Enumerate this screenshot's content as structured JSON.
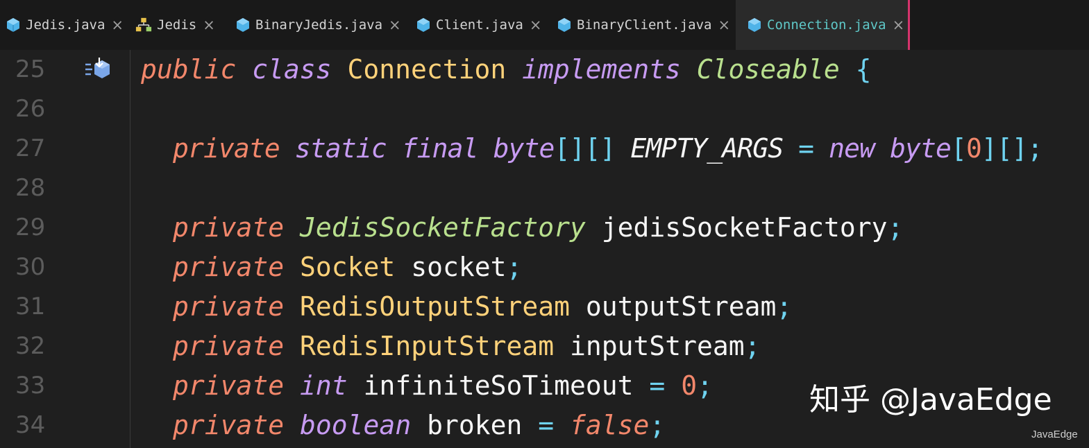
{
  "tabs": [
    {
      "label": "Jedis.java",
      "icon": "java-class-icon",
      "active": false
    },
    {
      "label": "Jedis",
      "icon": "hierarchy-icon",
      "active": false
    },
    {
      "label": "BinaryJedis.java",
      "icon": "java-class-icon",
      "active": false
    },
    {
      "label": "Client.java",
      "icon": "java-class-icon",
      "active": false
    },
    {
      "label": "BinaryClient.java",
      "icon": "java-class-icon",
      "active": false
    },
    {
      "label": "Connection.java",
      "icon": "java-class-icon",
      "active": true
    }
  ],
  "close_glyph": "×",
  "line_numbers": [
    "25",
    "26",
    "27",
    "28",
    "29",
    "30",
    "31",
    "32",
    "33",
    "34"
  ],
  "code": {
    "l25": {
      "public": "public",
      "class": "class",
      "name": "Connection",
      "implements": "implements",
      "iface": "Closeable",
      "brace": "{"
    },
    "l27": {
      "private": "private",
      "static": "static",
      "final": "final",
      "byte": "byte",
      "arr": "[][]",
      "name": "EMPTY_ARGS",
      "eq": "=",
      "new": "new",
      "byte2": "byte",
      "open": "[",
      "zero": "0",
      "close": "][];"
    },
    "l29": {
      "private": "private",
      "type": "JedisSocketFactory",
      "name": "jedisSocketFactory",
      "semi": ";"
    },
    "l30": {
      "private": "private",
      "type": "Socket",
      "name": "socket",
      "semi": ";"
    },
    "l31": {
      "private": "private",
      "type": "RedisOutputStream",
      "name": "outputStream",
      "semi": ";"
    },
    "l32": {
      "private": "private",
      "type": "RedisInputStream",
      "name": "inputStream",
      "semi": ";"
    },
    "l33": {
      "private": "private",
      "type": "int",
      "name": "infiniteSoTimeout",
      "eq": "=",
      "val": "0",
      "semi": ";"
    },
    "l34": {
      "private": "private",
      "type": "boolean",
      "name": "broken",
      "eq": "=",
      "val": "false",
      "semi": ";"
    }
  },
  "watermark": "知乎 @JavaEdge",
  "watermark_small": "JavaEdge",
  "colors": {
    "background": "#1f1f1f",
    "active_tab_text": "#5fc8c8",
    "active_tab_border": "#d6336c",
    "java_icon": "#4fb3e8"
  }
}
